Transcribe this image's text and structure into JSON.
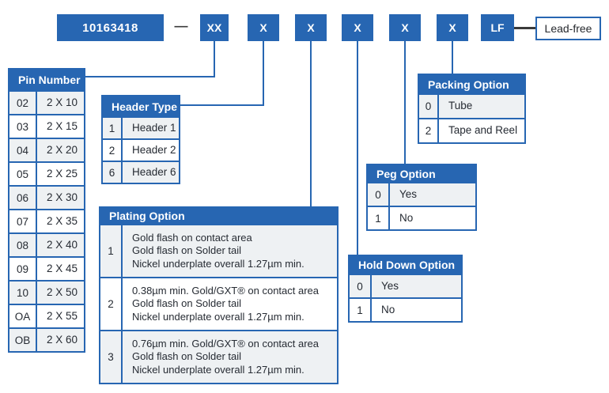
{
  "colors": {
    "accent_blue": "#2766b2",
    "row_alt_gray": "#eef1f3",
    "cell_text": "#262b33",
    "dark_line": "#3a3a3a"
  },
  "part_number": {
    "base": "10163418",
    "separator": "—",
    "fields": [
      "XX",
      "X",
      "X",
      "X",
      "X",
      "X"
    ],
    "suffix": "LF",
    "suffix_meaning": "Lead-free"
  },
  "tables": {
    "pin_number": {
      "title": "Pin Number",
      "rows": [
        [
          "02",
          "2 X 10"
        ],
        [
          "03",
          "2 X 15"
        ],
        [
          "04",
          "2 X 20"
        ],
        [
          "05",
          "2 X 25"
        ],
        [
          "06",
          "2 X 30"
        ],
        [
          "07",
          "2 X 35"
        ],
        [
          "08",
          "2 X 40"
        ],
        [
          "09",
          "2 X 45"
        ],
        [
          "10",
          "2 X 50"
        ],
        [
          "OA",
          "2 X 55"
        ],
        [
          "OB",
          "2 X 60"
        ]
      ]
    },
    "header_type": {
      "title": "Header Type",
      "rows": [
        [
          "1",
          "Header 1"
        ],
        [
          "2",
          "Header 2"
        ],
        [
          "6",
          "Header 6"
        ]
      ]
    },
    "plating_option": {
      "title": "Plating Option",
      "rows": [
        [
          "1",
          "Gold flash on contact area\nGold flash on Solder tail\nNickel underplate overall 1.27µm min."
        ],
        [
          "2",
          "0.38µm min. Gold/GXT® on contact area\nGold flash on Solder tail\nNickel underplate overall 1.27µm min."
        ],
        [
          "3",
          "0.76µm min. Gold/GXT® on contact area\nGold flash on Solder tail\nNickel underplate overall 1.27µm min."
        ]
      ]
    },
    "hold_down_option": {
      "title": "Hold Down Option",
      "rows": [
        [
          "0",
          "Yes"
        ],
        [
          "1",
          "No"
        ]
      ]
    },
    "peg_option": {
      "title": "Peg Option",
      "rows": [
        [
          "0",
          "Yes"
        ],
        [
          "1",
          "No"
        ]
      ]
    },
    "packing_option": {
      "title": "Packing Option",
      "rows": [
        [
          "0",
          "Tube"
        ],
        [
          "2",
          "Tape and Reel"
        ]
      ]
    }
  }
}
